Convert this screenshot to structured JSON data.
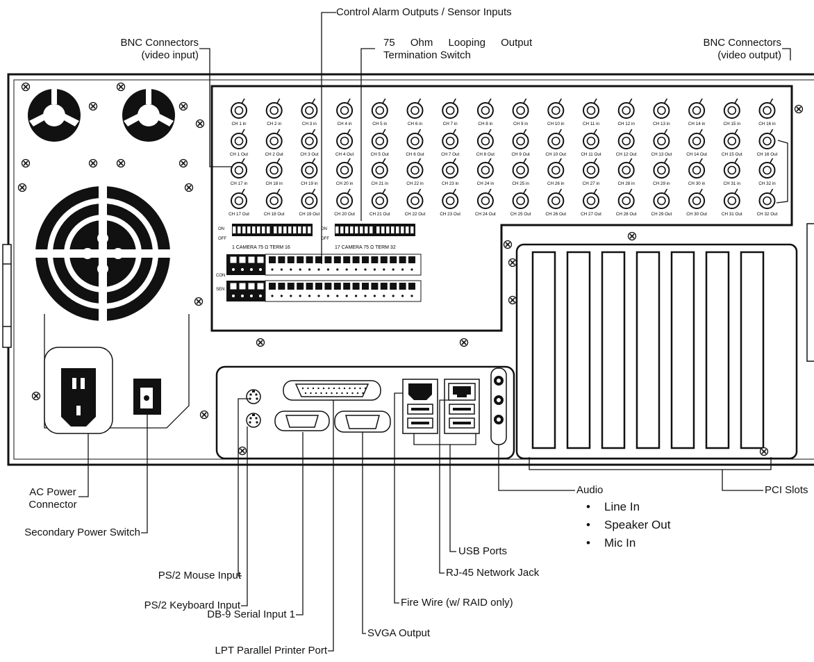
{
  "callouts": {
    "bnc_in_1": "BNC Connectors",
    "bnc_in_2": "(video input)",
    "control_alarm": "Control Alarm Outputs / Sensor Inputs",
    "looping_1": "75 Ohm Looping Output",
    "looping_2": "Termination Switch",
    "bnc_out_1": "BNC Connectors",
    "bnc_out_2": "(video output)",
    "ac_power_1": "AC Power",
    "ac_power_2": "Connector",
    "secondary_power": "Secondary Power Switch",
    "ps2_mouse": "PS/2 Mouse Input",
    "ps2_keyboard": "PS/2 Keyboard Input",
    "db9_serial": "DB-9 Serial Input 1",
    "lpt": "LPT Parallel Printer Port",
    "svga": "SVGA Output",
    "firewire": "Fire Wire (w/ RAID only)",
    "rj45": "RJ-45 Network Jack",
    "usb": "USB Ports",
    "audio": "Audio",
    "pci": "PCI Slots"
  },
  "audio_items": [
    "Line In",
    "Speaker Out",
    "Mic In"
  ],
  "panel": {
    "switch_on": "ON",
    "switch_off": "OFF",
    "switch_left_label": "1 CAMERA 75 Ω TERM 16",
    "switch_right_label": "17 CAMERA 75 Ω TERM 32",
    "con_label": "CON",
    "sen_label": "SEN"
  },
  "bnc_rows": [
    {
      "suffix": "in",
      "start": 1
    },
    {
      "suffix": "Out",
      "start": 1
    },
    {
      "suffix": "in",
      "start": 17
    },
    {
      "suffix": "Out",
      "start": 17
    }
  ],
  "pci_slot_count": 7,
  "colors": {
    "line": "#111111",
    "panel_fill": "#ffffff"
  }
}
